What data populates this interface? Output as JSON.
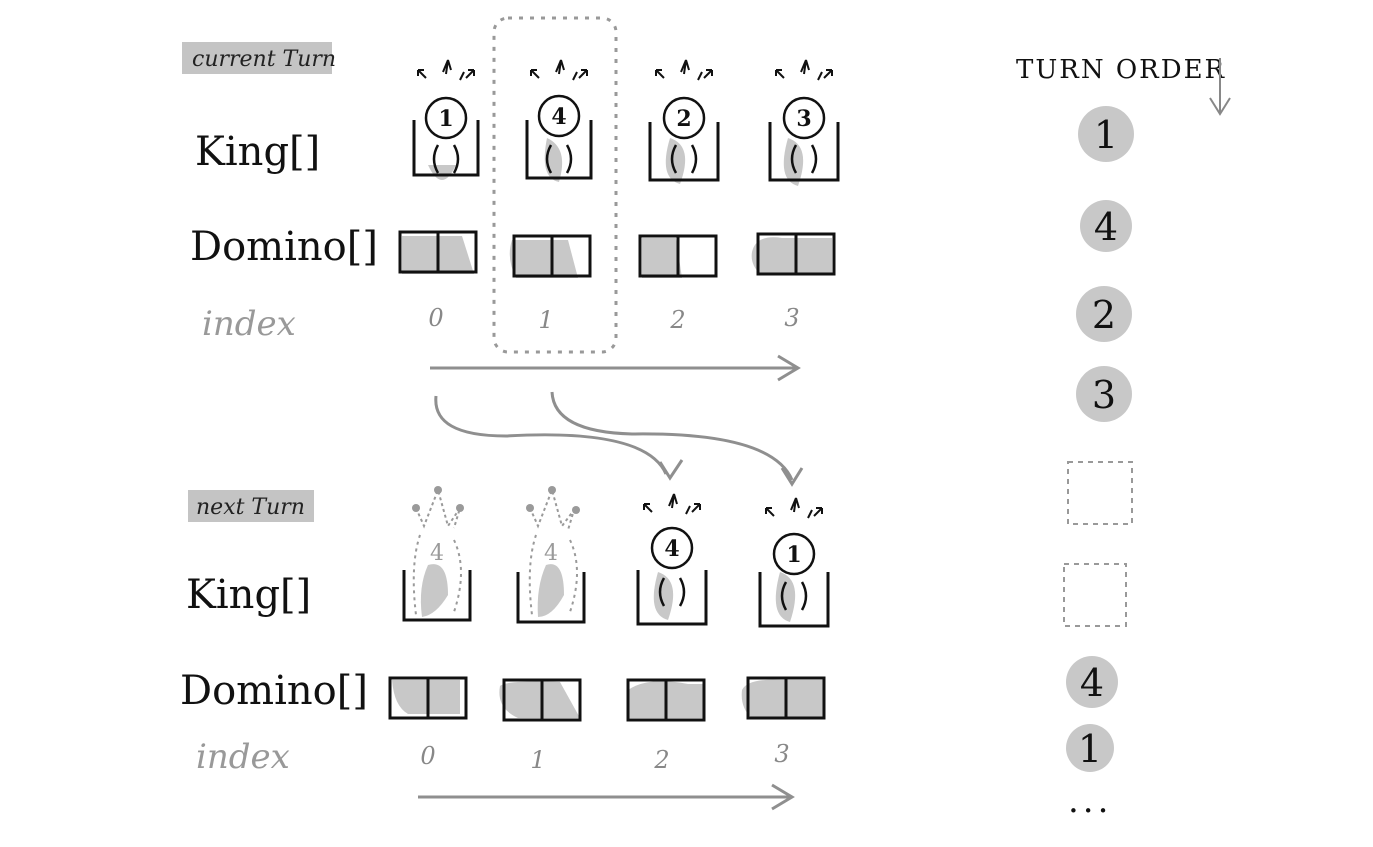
{
  "current_turn": {
    "tag": "current Turn",
    "king_label": "King[]",
    "domino_label": "Domino[]",
    "index_label": "index",
    "kings": [
      "1",
      "4",
      "2",
      "3"
    ],
    "indices": [
      "0",
      "1",
      "2",
      "3"
    ],
    "highlight_index": 1
  },
  "next_turn": {
    "tag": "next Turn",
    "king_label": "King[]",
    "domino_label": "Domino[]",
    "index_label": "index",
    "kings": [
      "4",
      "4",
      "4",
      "1"
    ],
    "ghost_slots": [
      0,
      1
    ],
    "indices": [
      "0",
      "1",
      "2",
      "3"
    ]
  },
  "turn_order": {
    "title": "TURN ORDER",
    "items": [
      "1",
      "4",
      "2",
      "3",
      "",
      "",
      "4",
      "1"
    ],
    "empty_slots": [
      4,
      5
    ],
    "ellipsis": "..."
  },
  "colors": {
    "ink": "#111111",
    "shade": "#c8c8c8",
    "arrow": "#8f8f8f",
    "ghost": "#a8a8a8",
    "tag_bg": "#c4c4c4"
  }
}
